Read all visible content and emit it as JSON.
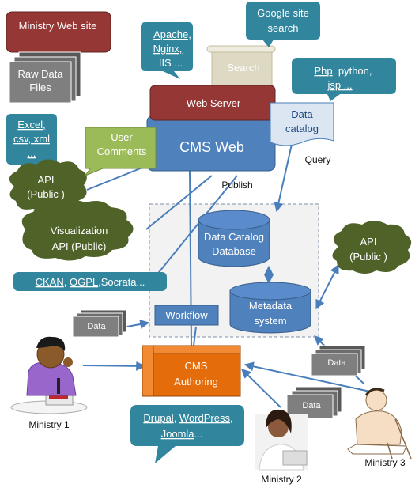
{
  "ministry_web_site": "Ministry Web site",
  "raw_data_files": [
    "Raw Data",
    "Files"
  ],
  "excel_formats": [
    "Excel,",
    "csv, xml",
    "..."
  ],
  "api_public_left": [
    "API",
    "(Public )"
  ],
  "visualization_api": [
    "Visualization",
    "API (Public)"
  ],
  "ckan_links": [
    "CKAN",
    ", ",
    "OGPL",
    ",Socrata..."
  ],
  "web_servers_callout": [
    "Apache,",
    "Nginx,",
    "IIS ..."
  ],
  "search_label": "Search",
  "google_site_search": [
    "Google site",
    "search"
  ],
  "languages_callout": [
    "Php",
    ", python,",
    "jsp ..."
  ],
  "web_server": "Web Server",
  "cms_web": "CMS Web",
  "user_comments": [
    "User",
    "Comments"
  ],
  "data_catalog": [
    "Data",
    "catalog"
  ],
  "query_label": "Query",
  "publish_label": "Publish",
  "data_catalog_database": [
    "Data Catalog",
    "Database"
  ],
  "metadata_system": [
    "Metadata",
    "system"
  ],
  "api_public_right": [
    "API",
    "(Public )"
  ],
  "workflow": "Workflow",
  "data_label": "Data",
  "cms_authoring": [
    "CMS",
    "Authoring"
  ],
  "cms_platforms": [
    "Drupal",
    ", ",
    "WordPress",
    ",",
    "Joomla",
    "..."
  ],
  "ministry_1": "Ministry 1",
  "ministry_2": "Ministry 2",
  "ministry_3": "Ministry 3",
  "colors": {
    "teal": "#31859C",
    "red_brown": "#953735",
    "gray": "#7F7F7F",
    "blue": "#4F81BD",
    "green": "#9BBB59",
    "dark_green": "#4F6228",
    "orange": "#E46C0A",
    "light_blue": "#DCE6F2",
    "tan": "#DDD9C3"
  }
}
